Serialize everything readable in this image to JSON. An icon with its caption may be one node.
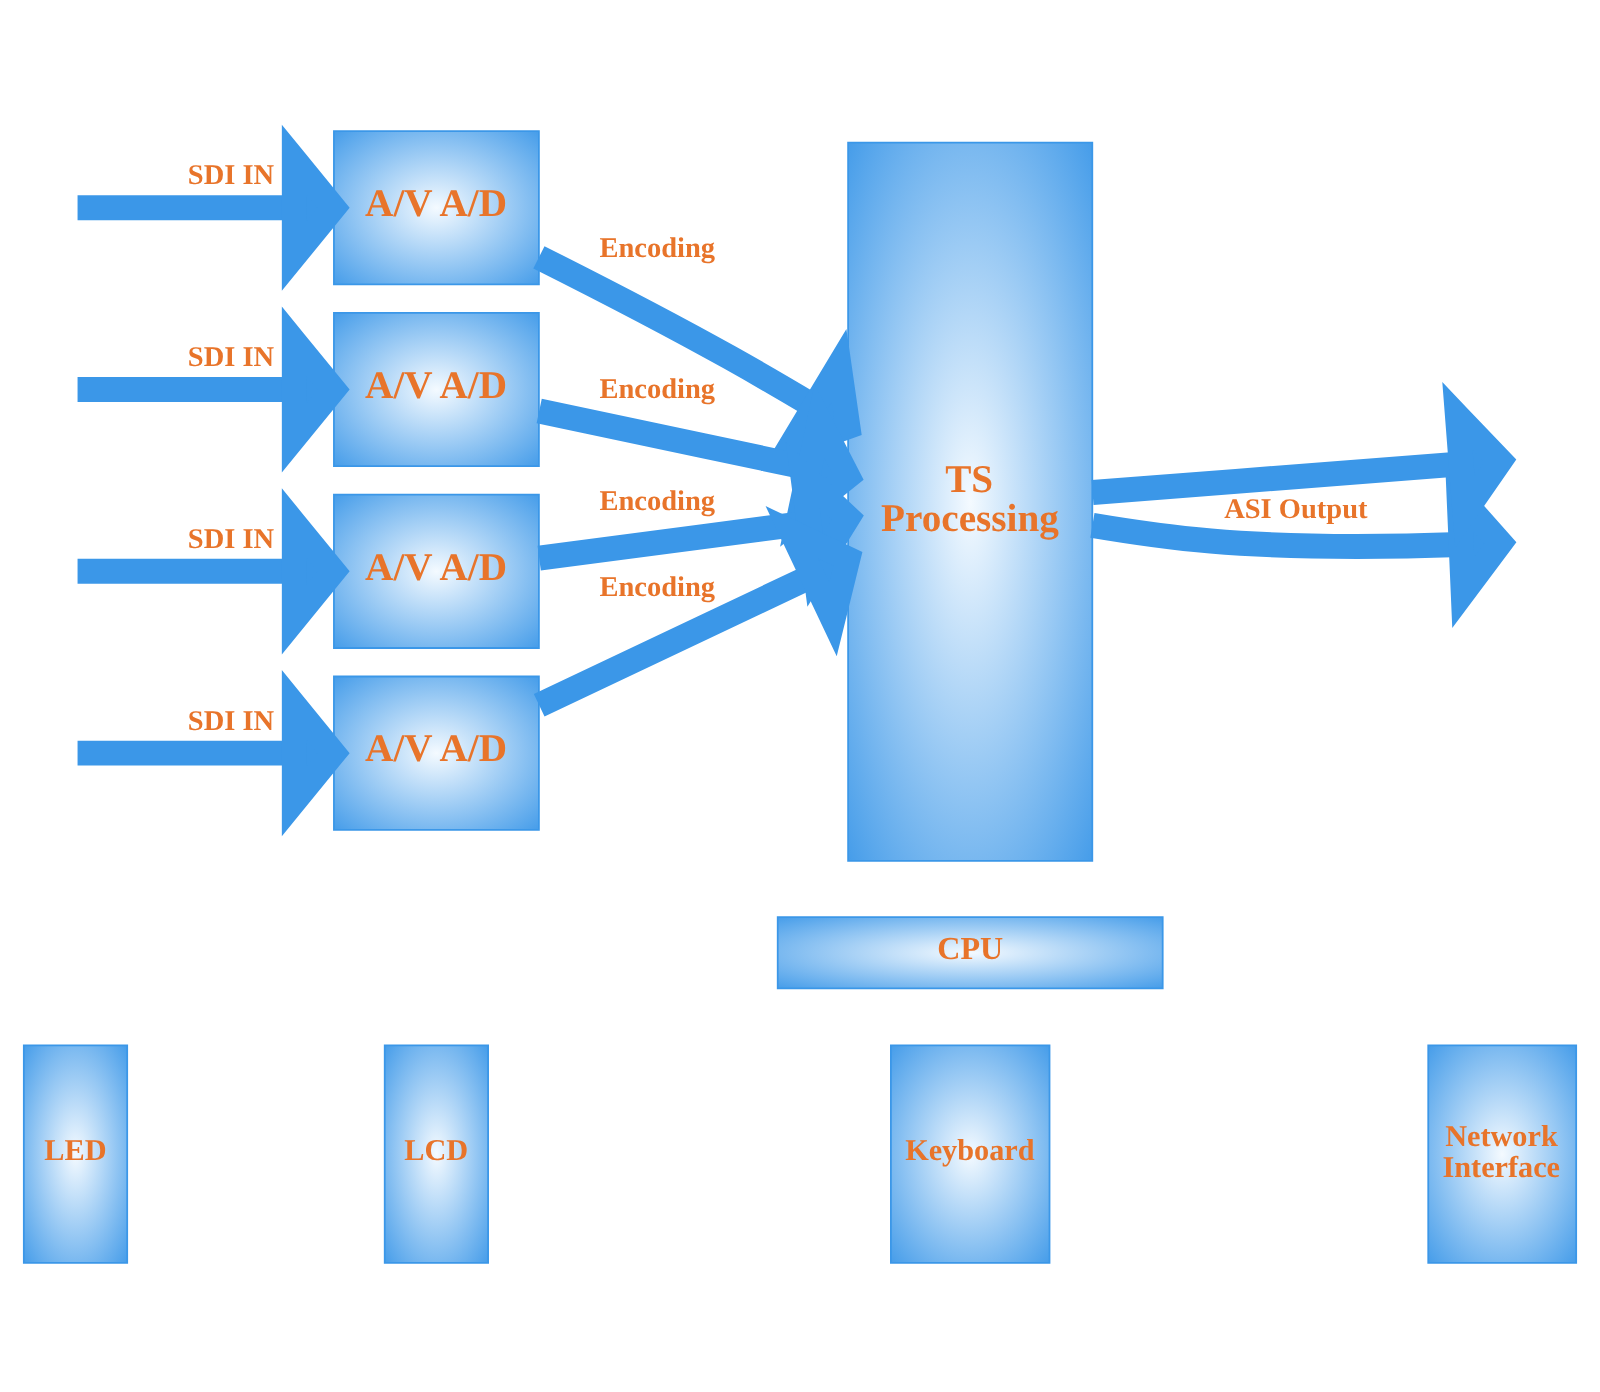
{
  "diagram": {
    "nodes": [
      {
        "text": [
          "A/V A/D"
        ]
      },
      {
        "text": [
          "A/V A/D"
        ]
      },
      {
        "text": [
          "A/V A/D"
        ]
      },
      {
        "text": [
          "A/V A/D"
        ]
      },
      {
        "text": [
          "TS Processing"
        ]
      },
      {
        "text": [
          "CPU"
        ]
      },
      {
        "text": [
          "LED"
        ]
      },
      {
        "text": [
          "LCD"
        ]
      },
      {
        "text": [
          "Keyboard"
        ]
      },
      {
        "text": [
          "Network Interface"
        ]
      }
    ],
    "edges": [
      {
        "from": null,
        "to": 0,
        "arrow": "to",
        "label": "SDI IN"
      },
      {
        "from": null,
        "to": 1,
        "arrow": "to",
        "label": "SDI IN"
      },
      {
        "from": null,
        "to": 2,
        "arrow": "to",
        "label": "SDI IN"
      },
      {
        "from": null,
        "to": 3,
        "arrow": "to",
        "label": "SDI IN"
      },
      {
        "from": 0,
        "to": 4,
        "arrow": "to",
        "label": "Encoding"
      },
      {
        "from": 1,
        "to": 4,
        "arrow": "to",
        "label": "Encoding"
      },
      {
        "from": 2,
        "to": 4,
        "arrow": "to",
        "label": "Encoding"
      },
      {
        "from": 3,
        "to": 4,
        "arrow": "to",
        "label": "Encoding"
      },
      {
        "from": 4,
        "to": null,
        "arrow": "to",
        "label": "ASI Output"
      },
      {
        "from": 4,
        "to": null,
        "arrow": "to"
      }
    ]
  }
}
